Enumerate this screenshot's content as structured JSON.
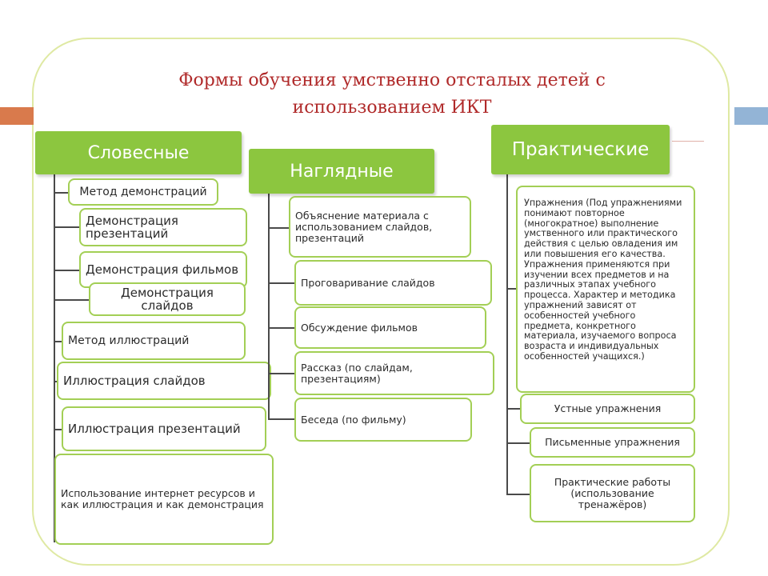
{
  "title": {
    "line1": "Формы обучения умственно отсталых детей с",
    "line2": "использованием ИКТ"
  },
  "columns": {
    "verbal": {
      "header": "Словесные",
      "items": [
        "Метод демонстраций",
        "Демонстрация презентаций",
        "Демонстрация фильмов",
        "Демонстрация слайдов",
        "Метод иллюстраций",
        "Иллюстрация  слайдов",
        "Иллюстрация презентаций",
        "Использование интернет ресурсов и как иллюстрация  и как демонстрация"
      ]
    },
    "visual": {
      "header": "Наглядные",
      "items": [
        "Объяснение материала с использованием  слайдов, презентаций",
        "Проговаривание  слайдов",
        "Обсуждение фильмов",
        "Рассказ  (по слайдам, презентациям)",
        "Беседа (по фильму)"
      ]
    },
    "practical": {
      "header": "Практические",
      "items": [
        "Упражнения (Под упражнениями понимают повторное (многократное) выполнение умственного или практического действия с целью овладения им или повышения его качества. Упражнения применяются при изучении всех предметов и на различных этапах учебного процесса. Характер и методика упражнений зависят от особенностей учебного предмета, конкретного материала, изучаемого вопроса возраста и индивидуальных особенностей  учащихся.)",
        "Устные упражнения",
        "Письменные упражнения",
        "Практические работы (использование тренажёров)"
      ]
    }
  },
  "colors": {
    "header_fill": "#8cc63f",
    "box_border": "#a3cf55",
    "title_text": "#b02a2a",
    "accent_left": "#d97a4c",
    "accent_right": "#93b4d6"
  }
}
